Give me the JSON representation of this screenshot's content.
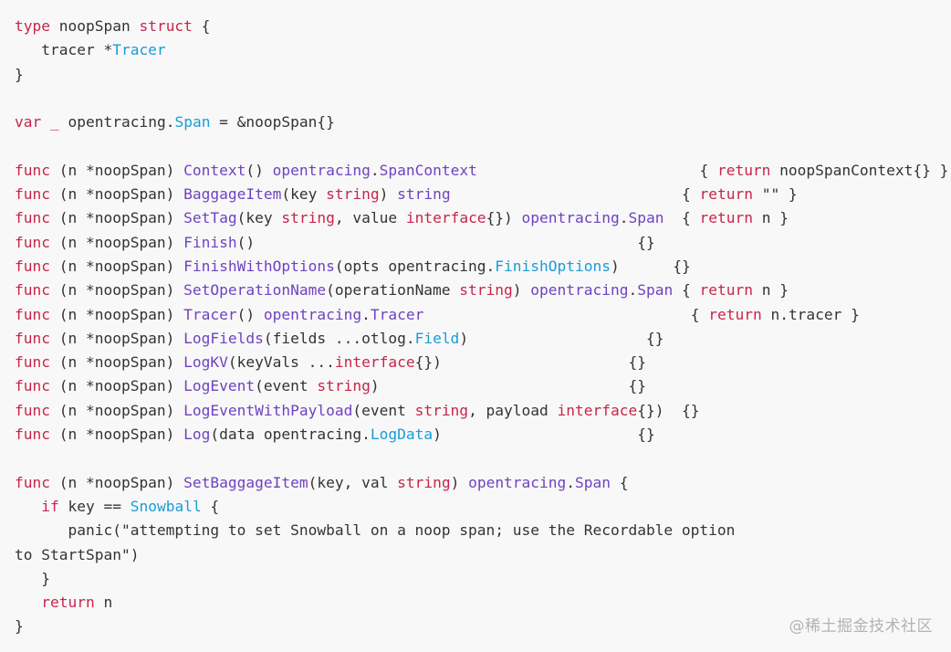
{
  "colors": {
    "background": "#f8f8f8",
    "plain": "#333333",
    "keyword": "#a626a4",
    "builtin_type": "#c18401",
    "function_name": "#4078f2",
    "type_name": "#0184bc",
    "string": "#50a14f"
  },
  "watermark": "@稀土掘金技术社区",
  "code_lines": [
    [
      [
        "keyword",
        "type"
      ],
      [
        "plain",
        " noopSpan "
      ],
      [
        "keyword",
        "struct"
      ],
      [
        "plain",
        " {"
      ]
    ],
    [
      [
        "plain",
        "   tracer *"
      ],
      [
        "type",
        "Tracer"
      ]
    ],
    [
      [
        "plain",
        "}"
      ]
    ],
    [],
    [
      [
        "keyword",
        "var"
      ],
      [
        "plain",
        " "
      ],
      [
        "keyword",
        "_"
      ],
      [
        "plain",
        " opentracing."
      ],
      [
        "type",
        "Span"
      ],
      [
        "plain",
        " = &noopSpan{}"
      ]
    ],
    [],
    [
      [
        "keyword",
        "func"
      ],
      [
        "plain",
        " (n *noopSpan) "
      ],
      [
        "func",
        "Context"
      ],
      [
        "plain",
        "() "
      ],
      [
        "func",
        "opentracing"
      ],
      [
        "plain",
        "."
      ],
      [
        "func",
        "SpanContext"
      ],
      [
        "plain",
        "                         { "
      ],
      [
        "keyword",
        "return"
      ],
      [
        "plain",
        " noopSpanContext{} }"
      ]
    ],
    [
      [
        "keyword",
        "func"
      ],
      [
        "plain",
        " (n *noopSpan) "
      ],
      [
        "func",
        "BaggageItem"
      ],
      [
        "plain",
        "(key "
      ],
      [
        "keyword",
        "string"
      ],
      [
        "plain",
        ") "
      ],
      [
        "func",
        "string"
      ],
      [
        "plain",
        "                          { "
      ],
      [
        "keyword",
        "return"
      ],
      [
        "plain",
        " \"\" }"
      ]
    ],
    [
      [
        "keyword",
        "func"
      ],
      [
        "plain",
        " (n *noopSpan) "
      ],
      [
        "func",
        "SetTag"
      ],
      [
        "plain",
        "(key "
      ],
      [
        "keyword",
        "string"
      ],
      [
        "plain",
        ", value "
      ],
      [
        "keyword",
        "interface"
      ],
      [
        "plain",
        "{}) "
      ],
      [
        "func",
        "opentracing"
      ],
      [
        "plain",
        "."
      ],
      [
        "func",
        "Span"
      ],
      [
        "plain",
        "  { "
      ],
      [
        "keyword",
        "return"
      ],
      [
        "plain",
        " n }"
      ]
    ],
    [
      [
        "keyword",
        "func"
      ],
      [
        "plain",
        " (n *noopSpan) "
      ],
      [
        "func",
        "Finish"
      ],
      [
        "plain",
        "()                                           {}"
      ]
    ],
    [
      [
        "keyword",
        "func"
      ],
      [
        "plain",
        " (n *noopSpan) "
      ],
      [
        "func",
        "FinishWithOptions"
      ],
      [
        "plain",
        "(opts opentracing."
      ],
      [
        "type",
        "FinishOptions"
      ],
      [
        "plain",
        ")      {}"
      ]
    ],
    [
      [
        "keyword",
        "func"
      ],
      [
        "plain",
        " (n *noopSpan) "
      ],
      [
        "func",
        "SetOperationName"
      ],
      [
        "plain",
        "(operationName "
      ],
      [
        "keyword",
        "string"
      ],
      [
        "plain",
        ") "
      ],
      [
        "func",
        "opentracing"
      ],
      [
        "plain",
        "."
      ],
      [
        "func",
        "Span"
      ],
      [
        "plain",
        " { "
      ],
      [
        "keyword",
        "return"
      ],
      [
        "plain",
        " n }"
      ]
    ],
    [
      [
        "keyword",
        "func"
      ],
      [
        "plain",
        " (n *noopSpan) "
      ],
      [
        "func",
        "Tracer"
      ],
      [
        "plain",
        "() "
      ],
      [
        "func",
        "opentracing"
      ],
      [
        "plain",
        "."
      ],
      [
        "func",
        "Tracer"
      ],
      [
        "plain",
        "                              { "
      ],
      [
        "keyword",
        "return"
      ],
      [
        "plain",
        " n.tracer }"
      ]
    ],
    [
      [
        "keyword",
        "func"
      ],
      [
        "plain",
        " (n *noopSpan) "
      ],
      [
        "func",
        "LogFields"
      ],
      [
        "plain",
        "(fields ...otlog."
      ],
      [
        "type",
        "Field"
      ],
      [
        "plain",
        ")                    {}"
      ]
    ],
    [
      [
        "keyword",
        "func"
      ],
      [
        "plain",
        " (n *noopSpan) "
      ],
      [
        "func",
        "LogKV"
      ],
      [
        "plain",
        "(keyVals ..."
      ],
      [
        "keyword",
        "interface"
      ],
      [
        "plain",
        "{})                     {}"
      ]
    ],
    [
      [
        "keyword",
        "func"
      ],
      [
        "plain",
        " (n *noopSpan) "
      ],
      [
        "func",
        "LogEvent"
      ],
      [
        "plain",
        "(event "
      ],
      [
        "keyword",
        "string"
      ],
      [
        "plain",
        ")                            {}"
      ]
    ],
    [
      [
        "keyword",
        "func"
      ],
      [
        "plain",
        " (n *noopSpan) "
      ],
      [
        "func",
        "LogEventWithPayload"
      ],
      [
        "plain",
        "(event "
      ],
      [
        "keyword",
        "string"
      ],
      [
        "plain",
        ", payload "
      ],
      [
        "keyword",
        "interface"
      ],
      [
        "plain",
        "{})  {}"
      ]
    ],
    [
      [
        "keyword",
        "func"
      ],
      [
        "plain",
        " (n *noopSpan) "
      ],
      [
        "func",
        "Log"
      ],
      [
        "plain",
        "(data opentracing."
      ],
      [
        "type",
        "LogData"
      ],
      [
        "plain",
        ")                      {}"
      ]
    ],
    [],
    [
      [
        "keyword",
        "func"
      ],
      [
        "plain",
        " (n *noopSpan) "
      ],
      [
        "func",
        "SetBaggageItem"
      ],
      [
        "plain",
        "(key, val "
      ],
      [
        "keyword",
        "string"
      ],
      [
        "plain",
        ") "
      ],
      [
        "func",
        "opentracing"
      ],
      [
        "plain",
        "."
      ],
      [
        "func",
        "Span"
      ],
      [
        "plain",
        " {"
      ]
    ],
    [
      [
        "plain",
        "   "
      ],
      [
        "keyword",
        "if"
      ],
      [
        "plain",
        " key == "
      ],
      [
        "type",
        "Snowball"
      ],
      [
        "plain",
        " {"
      ]
    ],
    [
      [
        "plain",
        "      panic(\"attempting to set Snowball on a noop span; use the Recordable option"
      ]
    ],
    [
      [
        "plain",
        "to StartSpan\")"
      ]
    ],
    [
      [
        "plain",
        "   }"
      ]
    ],
    [
      [
        "plain",
        "   "
      ],
      [
        "keyword",
        "return"
      ],
      [
        "plain",
        " n"
      ]
    ],
    [
      [
        "plain",
        "}"
      ]
    ]
  ]
}
